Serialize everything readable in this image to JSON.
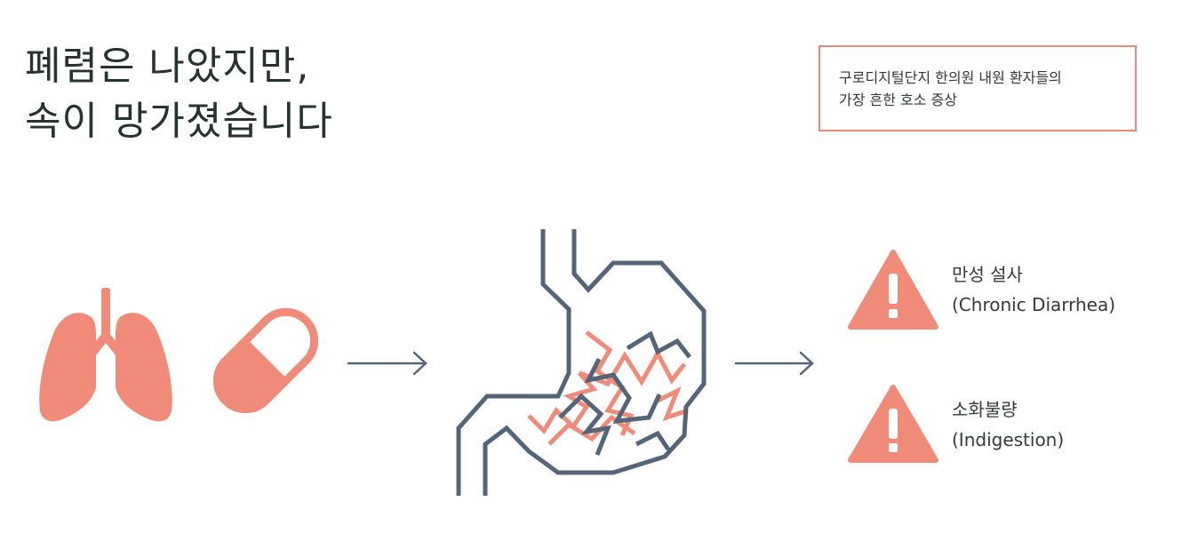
{
  "headline": {
    "line1": "폐렴은 나았지만,",
    "line2": "속이 망가졌습니다"
  },
  "note": {
    "line1": "구로디지털단지 한의원 내원 환자들의",
    "line2": "가장 흔한 호소 증상"
  },
  "symptoms": [
    {
      "korean": "만성 설사",
      "english": "(Chronic Diarrhea)",
      "icon": "warning-triangle-icon"
    },
    {
      "korean": "소화불량",
      "english": "(Indigestion)",
      "icon": "warning-triangle-icon"
    }
  ],
  "icons": [
    "lungs-icon",
    "pill-capsule-icon",
    "arrow-right-icon",
    "stomach-icon",
    "warning-triangle-icon"
  ],
  "colors": {
    "accent": "#ef8b78",
    "outline": "#546579",
    "text": "#27332e"
  }
}
